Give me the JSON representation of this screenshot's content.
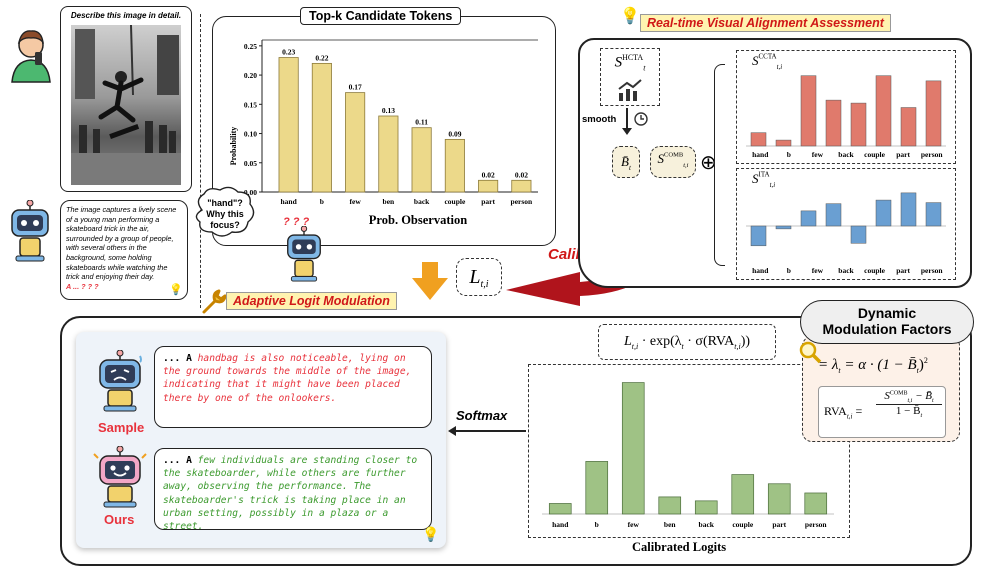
{
  "user_prompt": "Describe this image in detail.",
  "model_caption": "The image captures a lively scene of a young man performing a skateboard trick in the air, surrounded by a group of people, with several others in the background, some holding skateboards while watching the trick and enjoying their day.",
  "caption_tail": "A ... ? ? ?",
  "robot_thought": "\"hand\"? Why this focus?",
  "question_marks": "? ? ?",
  "top_panel_title": "Top-k Candidate Tokens",
  "rva_title": "Real-time Visual Alignment Assessment",
  "alm_title": "Adaptive Logit Modulation",
  "dmf_title": "Dynamic Modulation Factors",
  "smooth_label": "smooth",
  "calibrated_label": "Calibrated!",
  "softmax_label": "Softmax",
  "oplus": "⊕",
  "logit_symbol": {
    "base": "L",
    "sub": "t,i"
  },
  "hcta_symbol": {
    "base": "S",
    "sub": "t",
    "sup": "HCTA"
  },
  "bbar_symbol": {
    "base": "B̄",
    "sub": "t"
  },
  "comb_symbol": {
    "base": "S",
    "sub": "t,i",
    "sup": "COMB"
  },
  "formula_main": {
    "pre": "L",
    "sub1": "t,i",
    "mid": " · exp(λ",
    "sub2": "t",
    "mid2": " · σ(RVA",
    "sub3": "t,i",
    "post": "))"
  },
  "formula_lambda": {
    "pre": "= λ",
    "sub": "t",
    "mid": " = α · (1 − B̄",
    "sub2": "t",
    "post": ")",
    "sup": "2"
  },
  "formula_rva": {
    "lhs": "RVA",
    "lhs_sub": "t,i",
    "eq": " = ",
    "num_a": "S",
    "num_sup": "COMB",
    "num_sub": "t,i",
    "num_b": " − B̄",
    "num_sub2": "t",
    "den": "1 − B̄",
    "den_sub": "t"
  },
  "sample_label": "Sample",
  "ours_label": "Ours",
  "sample_text": {
    "prefix": "... A ",
    "body": "handbag is also noticeable, lying on the ground towards the middle of the image, indicating that it might have been placed there by one of the onlookers."
  },
  "ours_text": {
    "prefix": "... A ",
    "body": "few individuals are standing closer to the skateboarder, while others are further away, observing the performance. The skateboarder's trick is taking place in an urban setting, possibly in a plaza or a street."
  },
  "colors": {
    "prob_bar": "#ecd98a",
    "ccta_bar": "#e07a6c",
    "ita_bar": "#6a9fd2",
    "calib_bar": "#9fc285",
    "red_text": "#e8323c",
    "green_text": "#3c9a2e",
    "arrow_orange": "#f0a020",
    "arrow_red": "#b0141c"
  },
  "chart_data": [
    {
      "type": "bar",
      "title": "",
      "xlabel": "Prob. Observation",
      "ylabel": "Probability",
      "categories": [
        "hand",
        "b",
        "few",
        "ben",
        "back",
        "couple",
        "part",
        "person"
      ],
      "values": [
        0.23,
        0.22,
        0.17,
        0.13,
        0.11,
        0.09,
        0.02,
        0.02
      ],
      "data_labels": [
        "0.23",
        "0.22",
        "0.17",
        "0.13",
        "0.11",
        "0.09",
        "0.02",
        "0.02"
      ],
      "yticks": [
        "0.00",
        "0.05",
        "0.10",
        "0.15",
        "0.20",
        "0.25"
      ],
      "ylim": [
        0,
        0.26
      ],
      "grid": false
    },
    {
      "type": "bar",
      "title": "",
      "series_label": {
        "base": "S",
        "sub": "t,i",
        "sup": "CCTA"
      },
      "categories": [
        "hand",
        "b",
        "few",
        "back",
        "couple",
        "part",
        "person"
      ],
      "values": [
        0.18,
        0.08,
        0.95,
        0.62,
        0.58,
        0.95,
        0.52,
        0.88
      ],
      "ylim": [
        0,
        1
      ]
    },
    {
      "type": "bar",
      "title": "",
      "series_label": {
        "base": "S",
        "sub": "t,i",
        "sup": "ITA"
      },
      "categories": [
        "hand",
        "b",
        "few",
        "back",
        "couple",
        "part",
        "person"
      ],
      "values": [
        -0.55,
        -0.08,
        0.42,
        0.62,
        -0.48,
        0.72,
        0.92,
        0.65
      ],
      "ylim": [
        -1,
        1
      ]
    },
    {
      "type": "bar",
      "title": "",
      "xlabel": "Calibrated Logits",
      "categories": [
        "hand",
        "b",
        "few",
        "ben",
        "back",
        "couple",
        "part",
        "person"
      ],
      "values": [
        0.08,
        0.4,
        1.0,
        0.13,
        0.1,
        0.3,
        0.23,
        0.16
      ],
      "ylim": [
        0,
        1.05
      ]
    }
  ]
}
